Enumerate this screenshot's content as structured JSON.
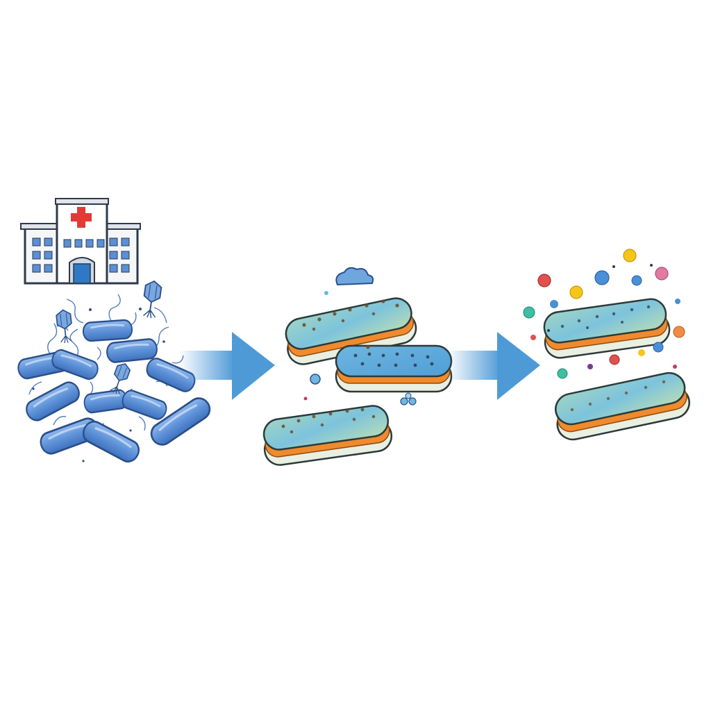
{
  "panels": [
    {
      "id": "clinical-bacteria",
      "icons": [
        "hospital-icon",
        "bacteria-icon",
        "bacteriophage-icon"
      ]
    },
    {
      "id": "engineered-bacteria",
      "icons": [
        "bacteria-cell-icon",
        "cloud-icon"
      ]
    },
    {
      "id": "product-release",
      "icons": [
        "bacteria-cell-icon",
        "molecule-particles-icon"
      ]
    }
  ],
  "colors": {
    "bacteria_blue": "#5b8fd6",
    "bacteria_outline": "#2b4f8a",
    "cell_outer": "#e9efe1",
    "cell_orange": "#f08a2c",
    "cell_top": "#7fc4d8",
    "arrow_blue": "#4e9ad6",
    "hospital_cross": "#e53935",
    "particle_red": "#e25050",
    "particle_yellow": "#f5c518",
    "particle_blue": "#4a8fd8",
    "particle_teal": "#3dbfa0",
    "particle_pink": "#e37aa0",
    "particle_orange": "#f28c45"
  }
}
